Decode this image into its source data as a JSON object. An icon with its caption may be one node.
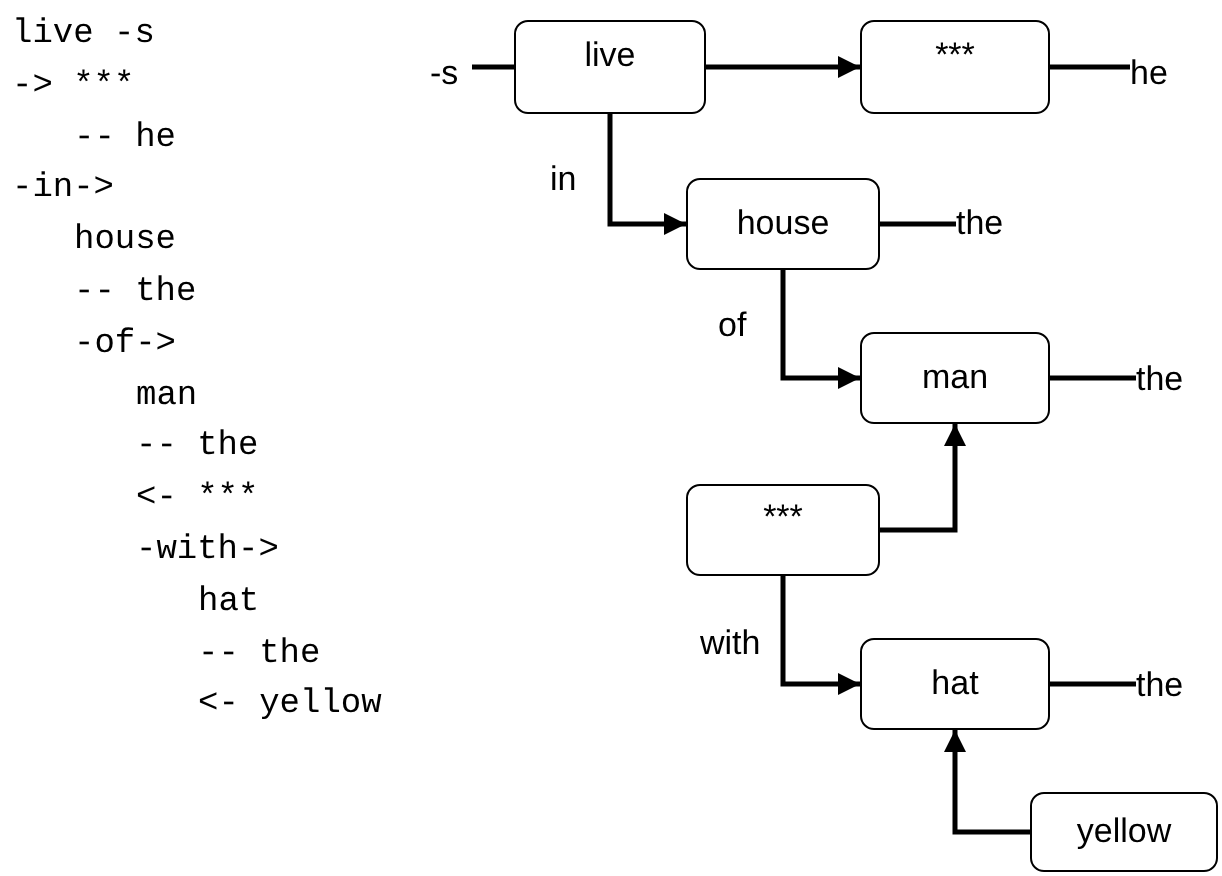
{
  "diagram": {
    "nodes": [
      {
        "text": [
          "live"
        ]
      },
      {
        "text": [
          "***"
        ]
      },
      {
        "text": [
          "house"
        ]
      },
      {
        "text": [
          "man"
        ]
      },
      {
        "text": [
          "***"
        ]
      },
      {
        "text": [
          "hat"
        ]
      },
      {
        "text": [
          "yellow"
        ]
      },
      {
        "text": [
          "-s"
        ]
      },
      {
        "text": [
          "he"
        ]
      },
      {
        "text": [
          "the"
        ]
      },
      {
        "text": [
          "the"
        ]
      },
      {
        "text": [
          "the"
        ]
      }
    ],
    "edges": [
      {
        "from": 7,
        "to": 0,
        "arrow": "none"
      },
      {
        "from": 0,
        "to": 1,
        "arrow": "to"
      },
      {
        "from": 1,
        "to": 8,
        "arrow": "none"
      },
      {
        "from": 0,
        "to": 2,
        "arrow": "to",
        "label": "in"
      },
      {
        "from": 2,
        "to": 9,
        "arrow": "none"
      },
      {
        "from": 2,
        "to": 3,
        "arrow": "to",
        "label": "of"
      },
      {
        "from": 3,
        "to": 10,
        "arrow": "none"
      },
      {
        "from": 4,
        "to": 3,
        "arrow": "to"
      },
      {
        "from": 4,
        "to": 5,
        "arrow": "to",
        "label": "with"
      },
      {
        "from": 5,
        "to": 11,
        "arrow": "none"
      },
      {
        "from": 6,
        "to": 5,
        "arrow": "to"
      }
    ],
    "labels": [
      "live -s",
      "-> ***",
      "-- he",
      "-in->",
      "house",
      "-- the",
      "-of->",
      "man",
      "-- the",
      "<- ***",
      "-with->",
      "hat",
      "-- the",
      "<- yellow"
    ]
  }
}
